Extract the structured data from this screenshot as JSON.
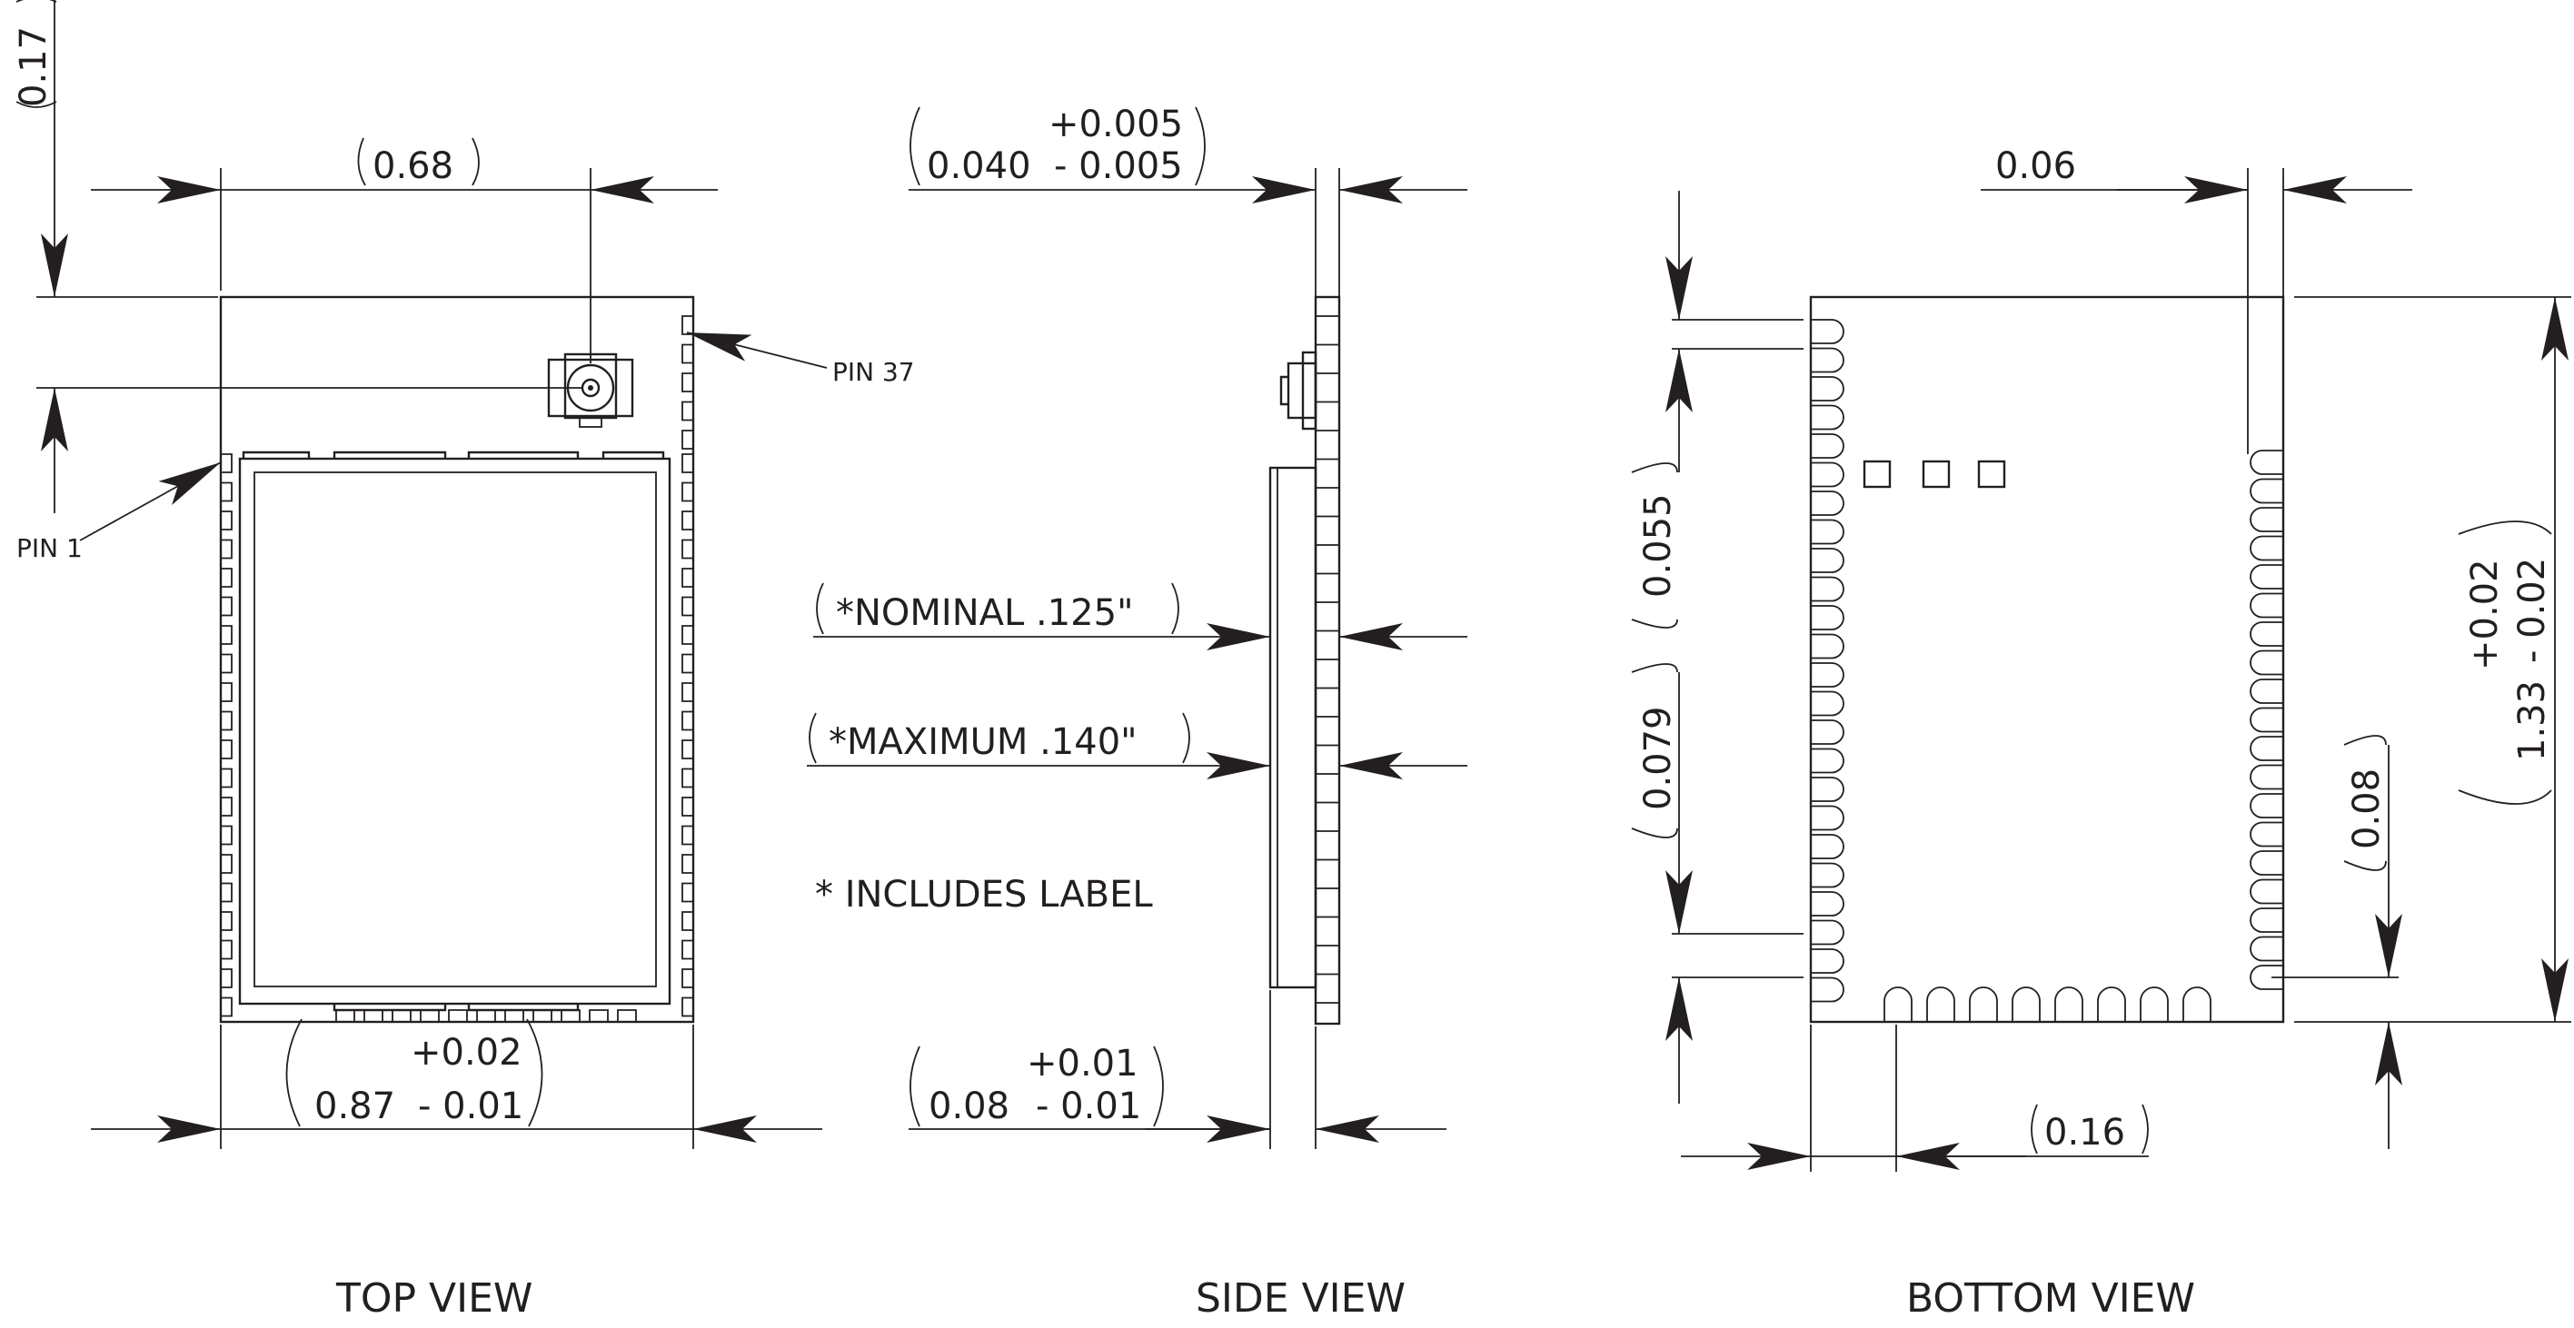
{
  "title_top_view": "TOP VIEW",
  "title_side_view": "SIDE VIEW",
  "title_bottom_view": "BOTTOM VIEW",
  "top_view": {
    "dim_height_top": "0.17",
    "dim_antenna": "0.68",
    "pin1": "PIN 1",
    "pin37": "PIN 37",
    "width_nominal": "0.87",
    "width_plus": "+0.02",
    "width_minus": "- 0.01"
  },
  "side_view": {
    "thk_nominal": "0.040",
    "thk_plus": "+0.005",
    "thk_minus": "- 0.005",
    "nominal_note": "*NOMINAL .125\"",
    "maximum_note": "*MAXIMUM .140\"",
    "label_note": "* INCLUDES LABEL",
    "depth_nominal": "0.08",
    "depth_plus": "+0.01",
    "depth_minus": "- 0.01"
  },
  "bottom_view": {
    "dim_edge": "0.06",
    "dim_pitch": "0.055",
    "dim_left": "0.079",
    "dim_right": "0.08",
    "height_nominal": "1.33",
    "height_plus": "+0.02",
    "height_minus": "- 0.02",
    "dim_bottom": "0.16"
  }
}
